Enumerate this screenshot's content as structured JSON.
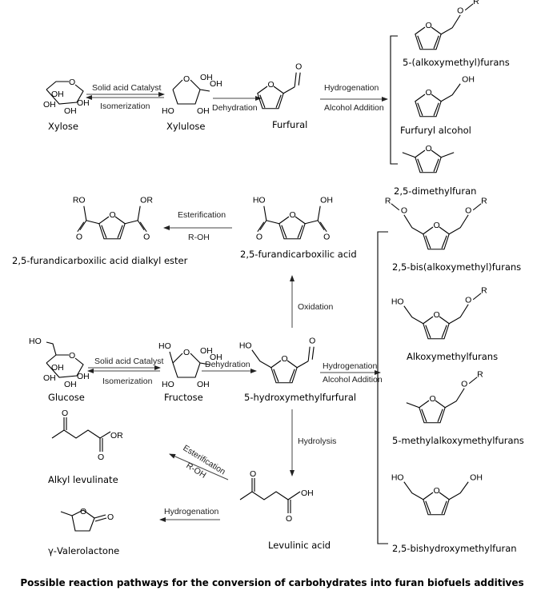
{
  "compounds": {
    "xylose": "Xylose",
    "xylulose": "Xylulose",
    "furfural": "Furfural",
    "alkoxymethylfurans5": "5-(alkoxymethyl)furans",
    "furfuryl_alcohol": "Furfuryl alcohol",
    "dimethylfuran": "2,5-dimethylfuran",
    "fdca_ester": "2,5-furandicarboxilic acid dialkyl ester",
    "fdca": "2,5-furandicarboxilic acid",
    "bis_alkoxymethyl": "2,5-bis(alkoxymethyl)furans",
    "alkoxymethylfurans": "Alkoxymethylfurans",
    "methylalkoxymethyl": "5-methylalkoxymethylfurans",
    "bishydroxymethyl": "2,5-bishydroxymethylfuran",
    "glucose": "Glucose",
    "fructose": "Fructose",
    "hmf": "5-hydroxymethylfurfural",
    "alkyl_levulinate": "Alkyl levulinate",
    "levulinic_acid": "Levulinic acid",
    "gvl": "γ-Valerolactone"
  },
  "conditions": {
    "solid_acid": "Solid acid Catalyst",
    "isomerization": "Isomerization",
    "dehydration": "Dehydration",
    "hydrogenation": "Hydrogenation",
    "alcohol_addition": "Alcohol Addition",
    "esterification": "Esterification",
    "roh": "R-OH",
    "oxidation": "Oxidation",
    "hydrolysis": "Hydrolysis"
  },
  "atoms": {
    "O": "O",
    "OH": "OH",
    "HO": "HO",
    "R": "R",
    "RO": "RO",
    "OR": "OR"
  },
  "caption": "Possible reaction pathways for the conversion of carbohydrates into furan biofuels additives"
}
